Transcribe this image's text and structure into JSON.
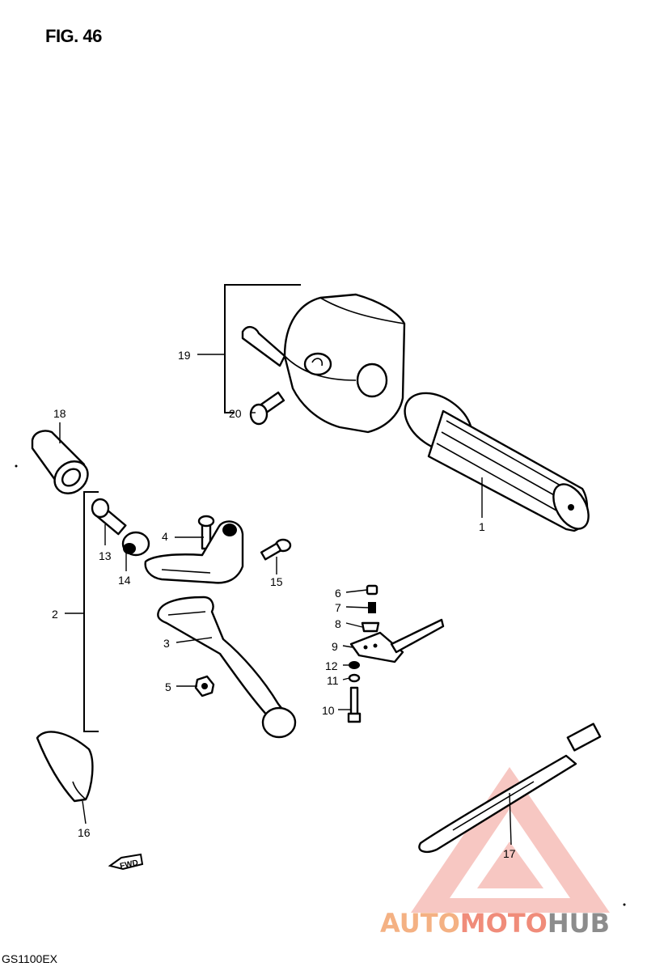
{
  "figure": {
    "title": "FIG. 46",
    "model": "GS1100EX"
  },
  "callouts": {
    "c1": "1",
    "c2": "2",
    "c3": "3",
    "c4": "4",
    "c5": "5",
    "c6": "6",
    "c7": "7",
    "c8": "8",
    "c9": "9",
    "c10": "10",
    "c11": "11",
    "c12": "12",
    "c13": "13",
    "c14": "14",
    "c15": "15",
    "c16": "16",
    "c17": "17",
    "c18": "18",
    "c19": "19",
    "c20": "20"
  },
  "fwd_label": "FWD",
  "watermark": {
    "part1": "AUTO",
    "part2": "MOTO",
    "part3": "HUB"
  },
  "colors": {
    "line": "#000000",
    "watermark_red": "#f08080",
    "watermark_grey": "#8c8c8c"
  }
}
